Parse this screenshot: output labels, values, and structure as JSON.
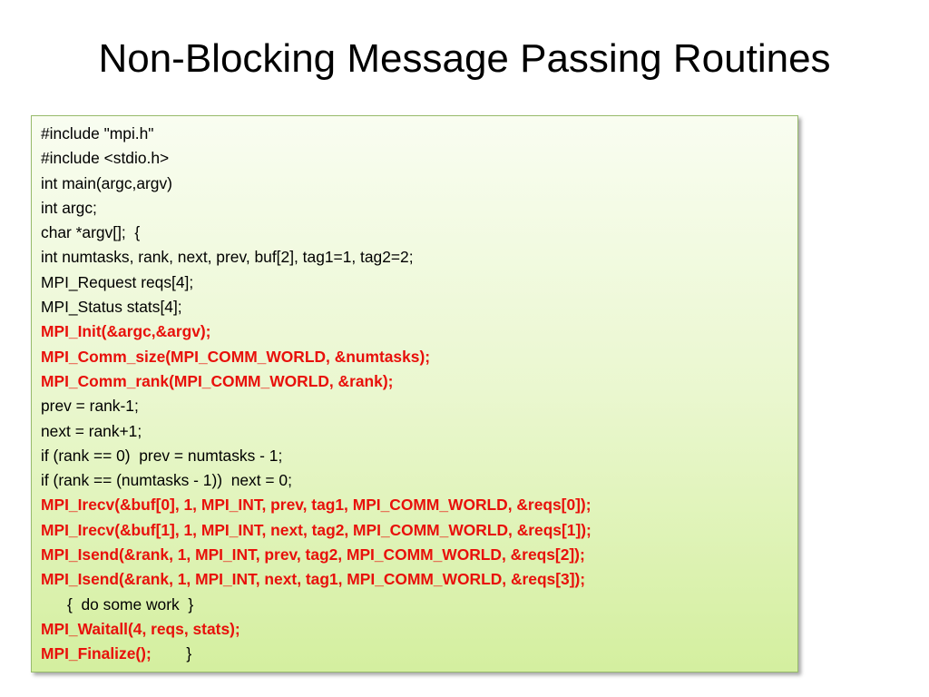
{
  "title": "Non-Blocking Message Passing Routines",
  "colors": {
    "code_box_border": "#98bb6c",
    "code_box_top": "#f9fdf1",
    "code_box_bottom": "#d4ef9f",
    "highlight": "#e8100b"
  },
  "code": {
    "lines": [
      {
        "text": "#include \"mpi.h\"",
        "highlight": false
      },
      {
        "text": "#include <stdio.h>",
        "highlight": false
      },
      {
        "text": "int main(argc,argv)",
        "highlight": false
      },
      {
        "text": "int argc;",
        "highlight": false
      },
      {
        "text": "char *argv[];  {",
        "highlight": false
      },
      {
        "text": "int numtasks, rank, next, prev, buf[2], tag1=1, tag2=2;",
        "highlight": false
      },
      {
        "text": "MPI_Request reqs[4];",
        "highlight": false
      },
      {
        "text": "MPI_Status stats[4];",
        "highlight": false
      },
      {
        "text": "MPI_Init(&argc,&argv);",
        "highlight": true
      },
      {
        "text": "MPI_Comm_size(MPI_COMM_WORLD, &numtasks);",
        "highlight": true
      },
      {
        "text": "MPI_Comm_rank(MPI_COMM_WORLD, &rank);",
        "highlight": true
      },
      {
        "text": "prev = rank-1;",
        "highlight": false
      },
      {
        "text": "next = rank+1;",
        "highlight": false
      },
      {
        "text": "if (rank == 0)  prev = numtasks - 1;",
        "highlight": false
      },
      {
        "text": "if (rank == (numtasks - 1))  next = 0;",
        "highlight": false
      },
      {
        "text": "MPI_Irecv(&buf[0], 1, MPI_INT, prev, tag1, MPI_COMM_WORLD, &reqs[0]);",
        "highlight": true
      },
      {
        "text": "MPI_Irecv(&buf[1], 1, MPI_INT, next, tag2, MPI_COMM_WORLD, &reqs[1]);",
        "highlight": true
      },
      {
        "text": "MPI_Isend(&rank, 1, MPI_INT, prev, tag2, MPI_COMM_WORLD, &reqs[2]);",
        "highlight": true
      },
      {
        "text": "MPI_Isend(&rank, 1, MPI_INT, next, tag1, MPI_COMM_WORLD, &reqs[3]);",
        "highlight": true
      },
      {
        "text": "      {  do some work  }",
        "highlight": false
      },
      {
        "text": "MPI_Waitall(4, reqs, stats);",
        "highlight": true
      },
      {
        "text": "MPI_Finalize();",
        "highlight": true,
        "suffix": "        }"
      }
    ]
  }
}
